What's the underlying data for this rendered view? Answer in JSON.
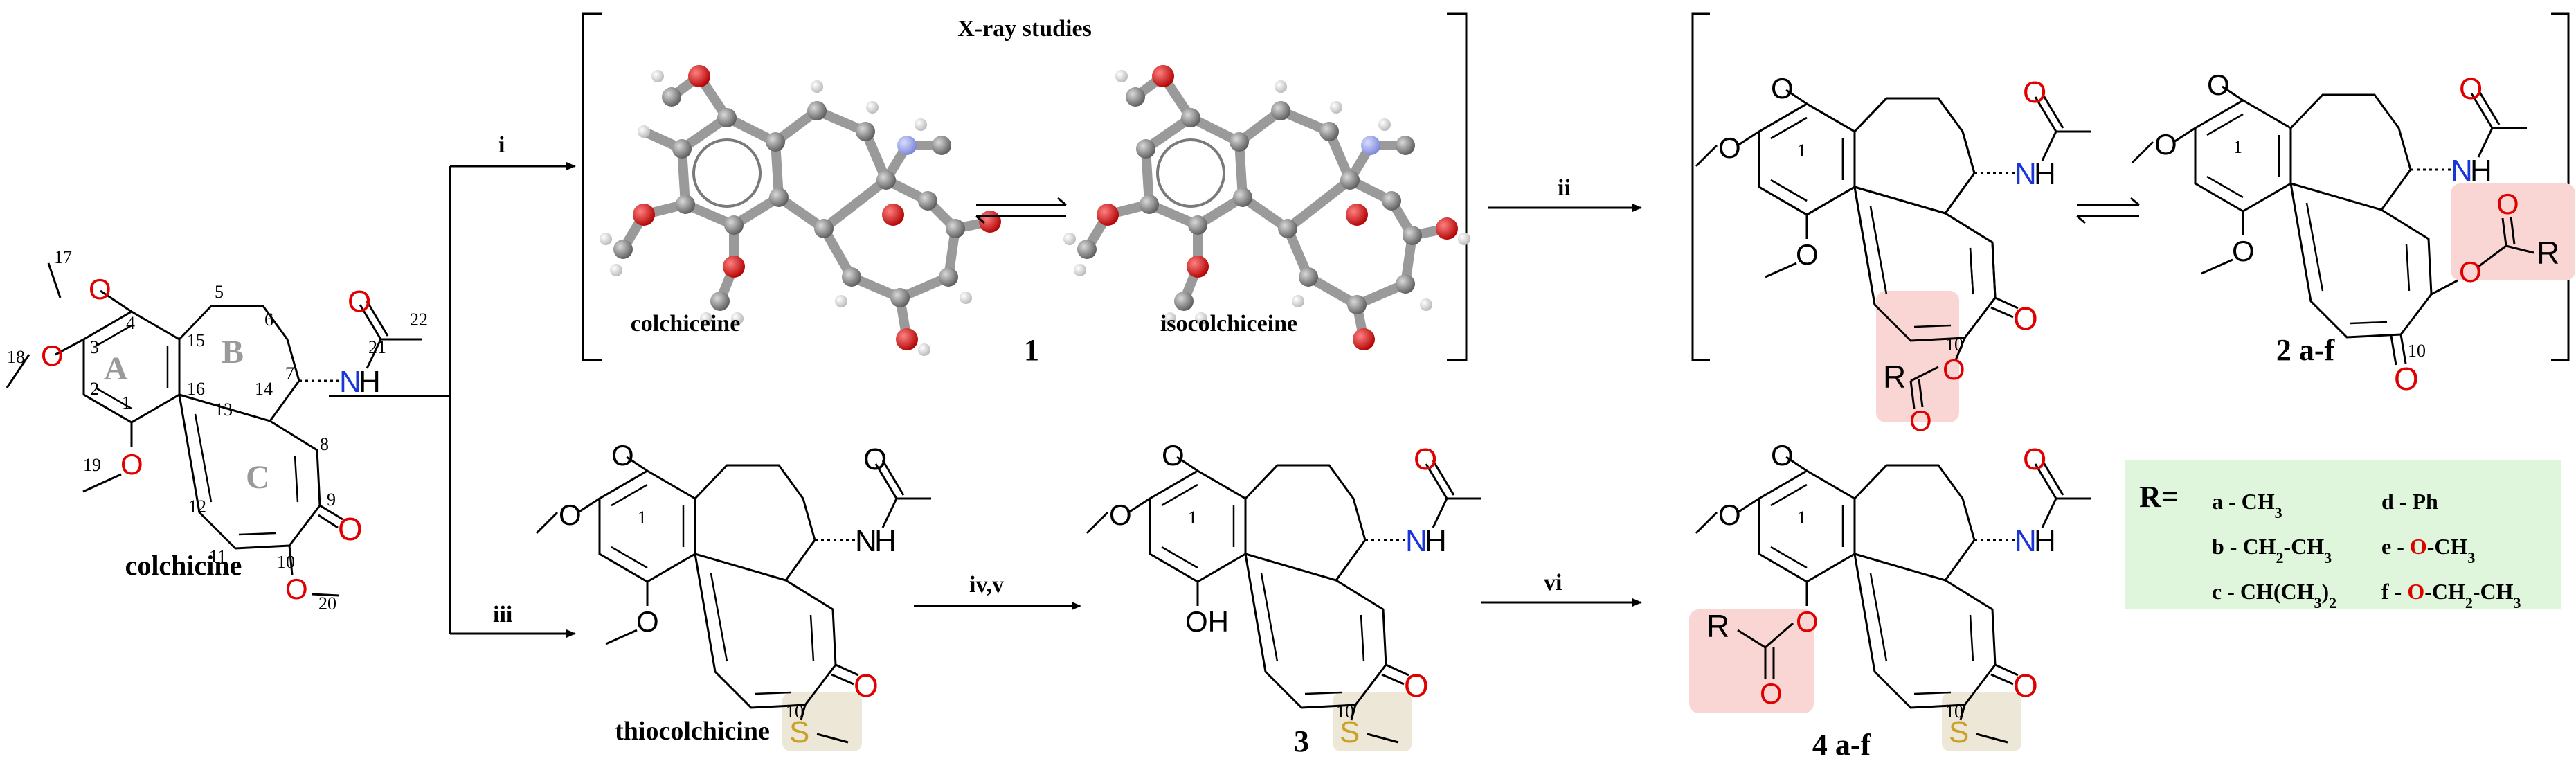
{
  "colors": {
    "oxygen": "#e00000",
    "nitrogen": "#1a35d8",
    "sulfur": "#c9a227",
    "ester_highlight": "#f9d5d3",
    "sme_highlight": "#ece7d6",
    "r_box": "#dff5dc"
  },
  "header": {
    "xray_title": "X-ray studies"
  },
  "compounds": {
    "colchicine": "colchicine",
    "colchiceine": "colchiceine",
    "isocolchiceine": "isocolchiceine",
    "c1": "1",
    "c2": "2 a-f",
    "thiocolchicine": "thiocolchicine",
    "c3": "3",
    "c4": "4 a-f"
  },
  "steps": {
    "i": "i",
    "ii": "ii",
    "iii": "iii",
    "ivv": "iv,v",
    "vi": "vi"
  },
  "rings": {
    "A": "A",
    "B": "B",
    "C": "C"
  },
  "atoms": {
    "O": "O",
    "N": "N",
    "H": "H",
    "S": "S",
    "R": "R",
    "OH": "OH"
  },
  "numbering": {
    "n1": "1",
    "n2": "2",
    "n3": "3",
    "n4": "4",
    "n5": "5",
    "n6": "6",
    "n7": "7",
    "n8": "8",
    "n9": "9",
    "n10": "10",
    "n11": "11",
    "n12": "12",
    "n13": "13",
    "n14": "14",
    "n15": "15",
    "n16": "16",
    "n17": "17",
    "n18": "18",
    "n19": "19",
    "n20": "20",
    "n21": "21",
    "n22": "22"
  },
  "r_groups": {
    "head": "R=",
    "a": "a - CH",
    "a_sub": "3",
    "b": "b - CH",
    "b_sub1": "2",
    "b_mid": "-CH",
    "b_sub2": "3",
    "c": "c - CH(CH",
    "c_sub1": "3",
    "c_tail": ")",
    "c_sub2": "2",
    "d": "d - Ph",
    "e_pre": "e - ",
    "e_O": "O",
    "e_post": "-CH",
    "e_sub": "3",
    "f_pre": "f - ",
    "f_O": "O",
    "f_post": "-CH",
    "f_sub1": "2",
    "f_mid": "-CH",
    "f_sub2": "3"
  }
}
